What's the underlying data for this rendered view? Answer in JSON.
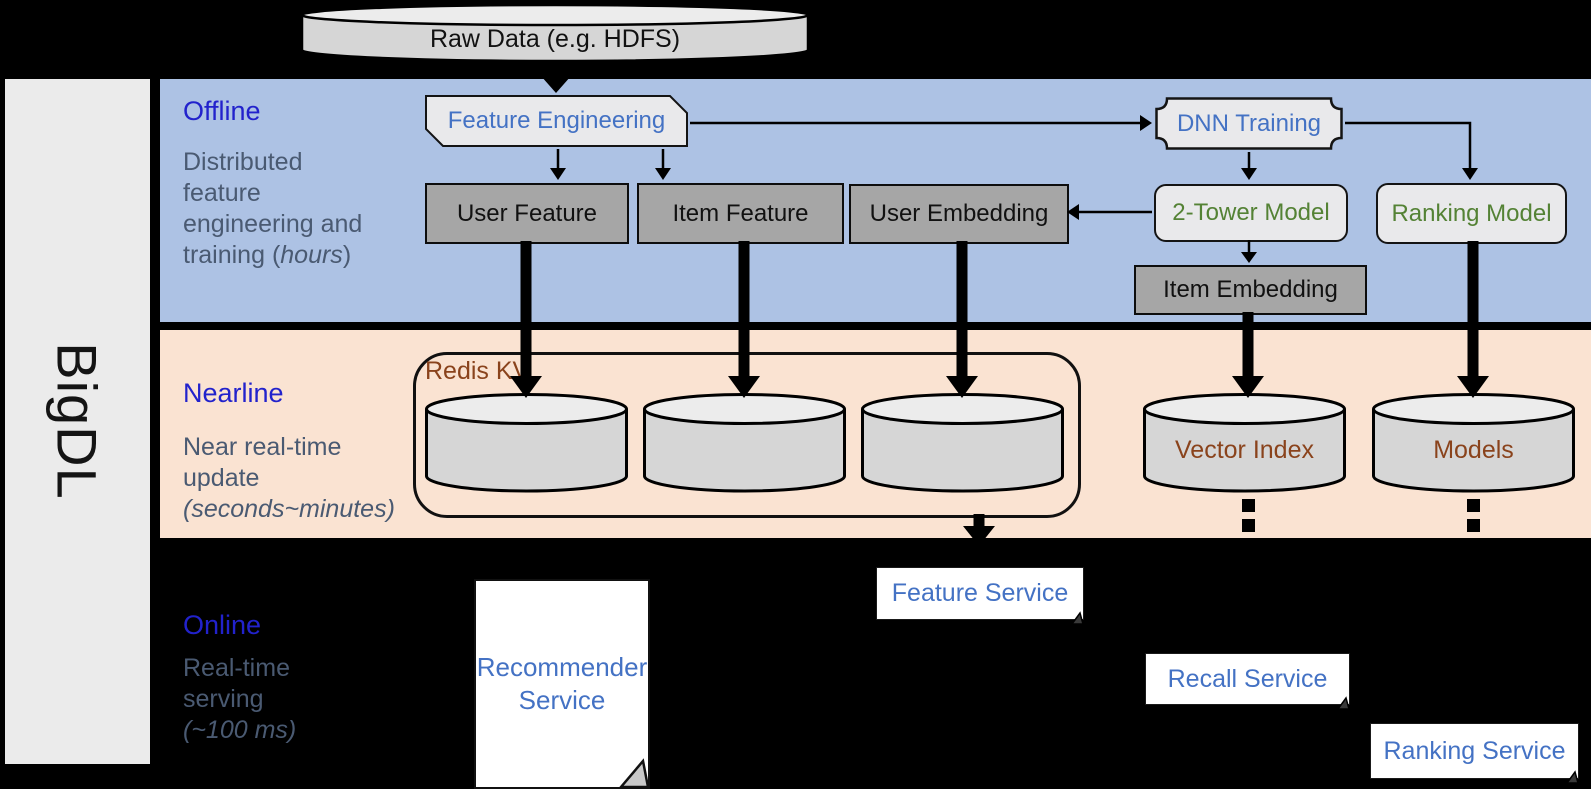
{
  "title": "BigDL recommendation pipeline diagram",
  "sidebar": {
    "brand": "BigDL"
  },
  "source": {
    "label": "Raw Data (e.g. HDFS)"
  },
  "sections": {
    "offline": {
      "title": "Offline",
      "desc": [
        "Distributed",
        "feature",
        "engineering and",
        "training ("
      ],
      "desc_italic": "hours",
      "desc_close": ")"
    },
    "nearline": {
      "title": "Nearline",
      "desc": [
        "Near real-time",
        "update"
      ],
      "desc_italic": "(seconds~minutes)"
    },
    "online": {
      "title": "Online",
      "desc": [
        "Real-time",
        "serving"
      ],
      "desc_italic": "(~100 ms)"
    }
  },
  "nodes": {
    "feature_engineering": "Feature Engineering",
    "dnn_training": "DNN Training",
    "user_feature": "User Feature",
    "item_feature": "Item Feature",
    "user_embedding": "User Embedding",
    "two_tower_model": "2-Tower Model",
    "ranking_model": "Ranking Model",
    "item_embedding": "Item Embedding",
    "redis_kv": "Redis KV",
    "vector_index": "Vector Index",
    "models": "Models"
  },
  "services": {
    "recommender": [
      "Recommender",
      "Service"
    ],
    "feature": "Feature Service",
    "recall": "Recall Service",
    "ranking": "Ranking Service"
  },
  "colors": {
    "background": "#000000",
    "sidebar": "#ebebeb",
    "offline_band": "#adc2e4",
    "nearline_band": "#fae3d2",
    "section_title_blue": "#2222cc",
    "section_text_gray": "#4a5a72",
    "node_blue": "#4472c4",
    "node_green": "#548235",
    "node_brown": "#8a431c",
    "gray_box_fill": "#a6a6a6",
    "light_box_fill": "#e9e9eb",
    "cylinder_fill": "#d6d6d6",
    "cylinder_top": "#ececec",
    "service_fill": "#ffffff",
    "arrow_black": "#000000"
  }
}
